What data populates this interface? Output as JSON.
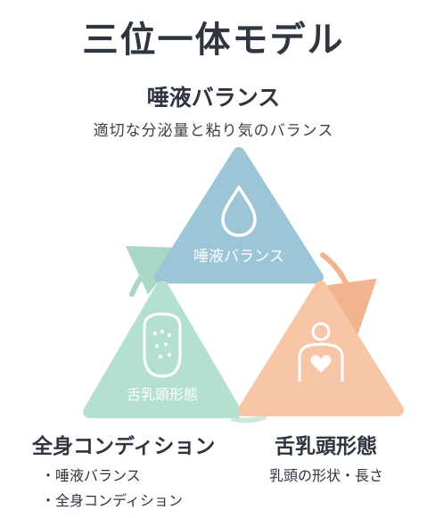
{
  "title": "三位一体モデル",
  "top": {
    "heading": "唾液バランス",
    "subtitle": "適切な分泌量と粘り気のバランス",
    "triangle_label": "唾液バランス",
    "color": "#9cc6d8",
    "icon": "water-drop-icon"
  },
  "left": {
    "triangle_label": "舌乳頭形態",
    "heading": "全身コンディション",
    "bullets": [
      "・唾液バランス",
      "・全身コンディション"
    ],
    "color": "#b4e0cf",
    "icon": "tongue-icon"
  },
  "right": {
    "heading": "舌乳頭形態",
    "subtitle": "乳頭の形状・長さ",
    "color": "#f7c6a7",
    "icon": "body-heart-icon"
  },
  "arrows": {
    "color_teal": "#a9d8c8",
    "color_orange": "#f2b48f"
  }
}
